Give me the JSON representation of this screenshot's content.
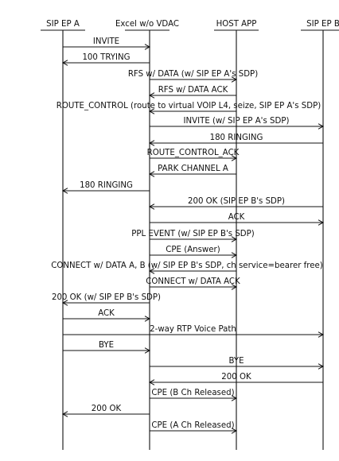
{
  "participants": [
    {
      "id": "a",
      "label": "SIP EP A"
    },
    {
      "id": "e",
      "label": "Excel w/o VDAC"
    },
    {
      "id": "h",
      "label": "HOST APP"
    },
    {
      "id": "b",
      "label": "SIP EP B"
    }
  ],
  "messages": [
    {
      "from": "a",
      "to": "e",
      "label": "INVITE"
    },
    {
      "from": "e",
      "to": "a",
      "label": "100 TRYING"
    },
    {
      "from": "e",
      "to": "h",
      "label": "RFS w/ DATA (w/ SIP EP A's SDP)"
    },
    {
      "from": "h",
      "to": "e",
      "label": "RFS w/ DATA ACK"
    },
    {
      "from": "h",
      "to": "e",
      "label": "ROUTE_CONTROL (route to virtual VOIP L4, seize, SIP EP A's SDP)"
    },
    {
      "from": "e",
      "to": "b",
      "label": "INVITE (w/ SIP EP A's SDP)"
    },
    {
      "from": "b",
      "to": "e",
      "label": "180 RINGING"
    },
    {
      "from": "e",
      "to": "h",
      "label": "ROUTE_CONTROL_ACK"
    },
    {
      "from": "h",
      "to": "e",
      "label": "PARK CHANNEL A"
    },
    {
      "from": "e",
      "to": "a",
      "label": "180 RINGING"
    },
    {
      "from": "b",
      "to": "e",
      "label": "200 OK (SIP EP B's SDP)"
    },
    {
      "from": "e",
      "to": "b",
      "label": "ACK"
    },
    {
      "from": "e",
      "to": "h",
      "label": "PPL EVENT (w/ SIP EP B's SDP)"
    },
    {
      "from": "e",
      "to": "h",
      "label": "CPE (Answer)"
    },
    {
      "from": "h",
      "to": "e",
      "label": "CONNECT w/ DATA A, B (w/ SIP EP B's SDP, ch service=bearer free)"
    },
    {
      "from": "e",
      "to": "h",
      "label": "CONNECT w/ DATA ACK"
    },
    {
      "from": "e",
      "to": "a",
      "label": "200 OK (w/ SIP EP B's SDP)"
    },
    {
      "from": "a",
      "to": "e",
      "label": "ACK"
    },
    {
      "from": "a",
      "to": "b",
      "label": "2-way RTP Voice Path"
    },
    {
      "from": "a",
      "to": "e",
      "label": "BYE"
    },
    {
      "from": "e",
      "to": "b",
      "label": "BYE"
    },
    {
      "from": "b",
      "to": "e",
      "label": "200 OK"
    },
    {
      "from": "e",
      "to": "h",
      "label": "CPE (B Ch Released)"
    },
    {
      "from": "e",
      "to": "a",
      "label": "200 OK"
    },
    {
      "from": "e",
      "to": "h",
      "label": "CPE (A Ch Released)"
    }
  ]
}
